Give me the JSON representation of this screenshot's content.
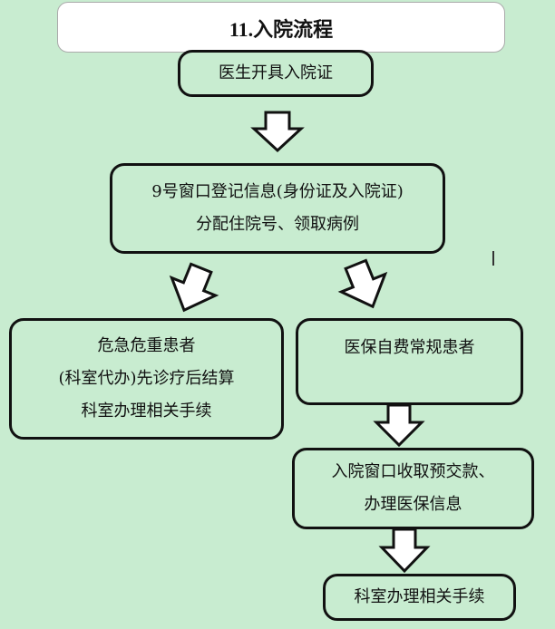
{
  "title": "11.入院流程",
  "steps": {
    "doctor": "医生开具入院证",
    "register_line1": "9号窗口登记信息(身份证及入院证)",
    "register_line2": "分配住院号、领取病例",
    "emergency_line1": "危急危重患者",
    "emergency_line2": "(科室代办)先诊疗后结算",
    "emergency_line3": "科室办理相关手续",
    "insurance": "医保自费常规患者",
    "deposit_line1": "入院窗口收取预交款、",
    "deposit_line2": "办理医保信息",
    "dept": "科室办理相关手续"
  }
}
